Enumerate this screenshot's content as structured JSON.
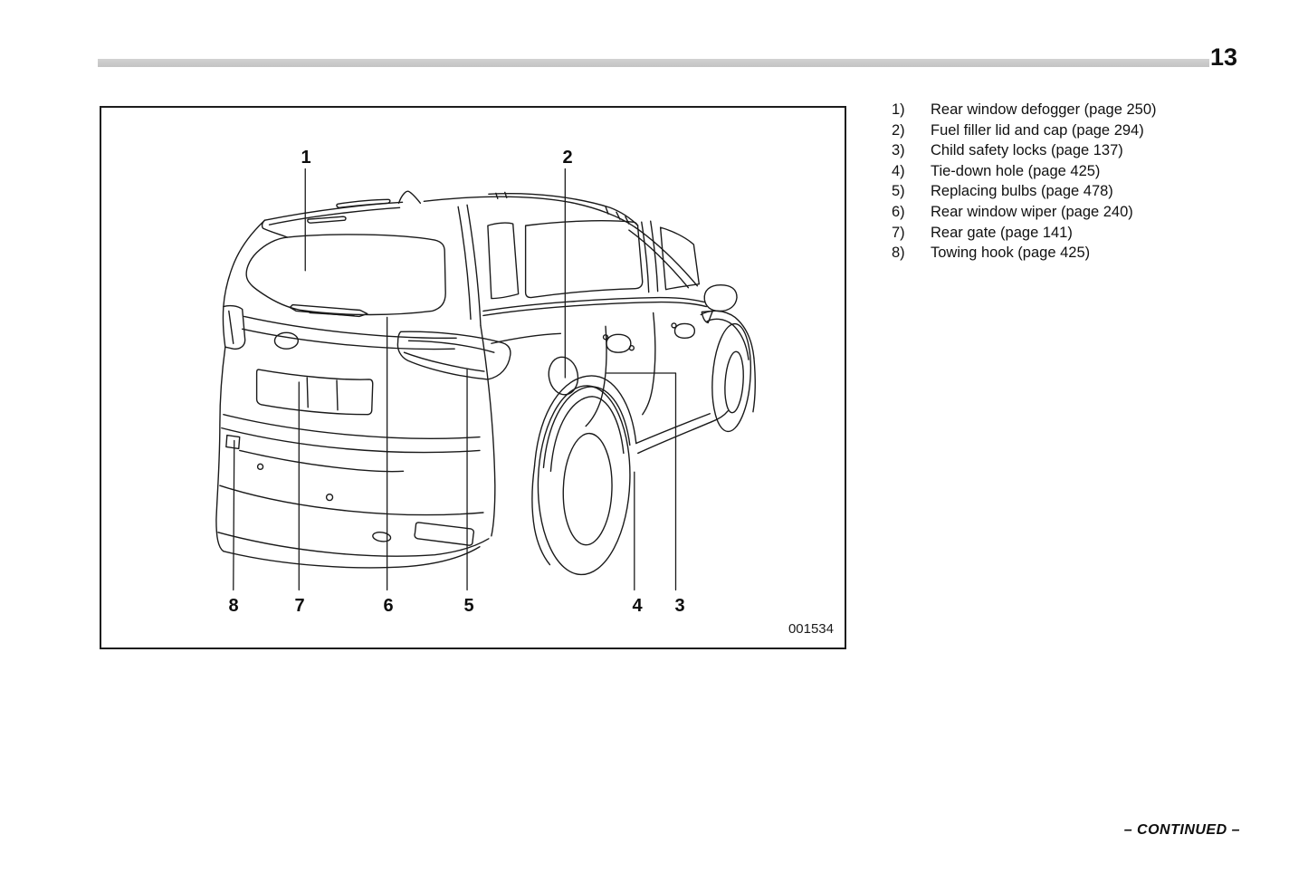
{
  "page": {
    "number": "13",
    "footer": "– CONTINUED –"
  },
  "figure": {
    "code": "001534",
    "callouts": [
      {
        "n": "1"
      },
      {
        "n": "2"
      },
      {
        "n": "3"
      },
      {
        "n": "4"
      },
      {
        "n": "5"
      },
      {
        "n": "6"
      },
      {
        "n": "7"
      },
      {
        "n": "8"
      }
    ]
  },
  "legend": {
    "items": [
      {
        "num": "1)",
        "label": "Rear window defogger (page 250)"
      },
      {
        "num": "2)",
        "label": "Fuel filler lid and cap (page 294)"
      },
      {
        "num": "3)",
        "label": "Child safety locks (page 137)"
      },
      {
        "num": "4)",
        "label": "Tie-down hole (page 425)"
      },
      {
        "num": "5)",
        "label": "Replacing bulbs (page 478)"
      },
      {
        "num": "6)",
        "label": "Rear window wiper (page 240)"
      },
      {
        "num": "7)",
        "label": "Rear gate (page 141)"
      },
      {
        "num": "8)",
        "label": "Towing hook (page 425)"
      }
    ]
  },
  "colors": {
    "line_art": "#1a1a1a",
    "header_bar": "#c8c8c8",
    "text": "#111111"
  }
}
